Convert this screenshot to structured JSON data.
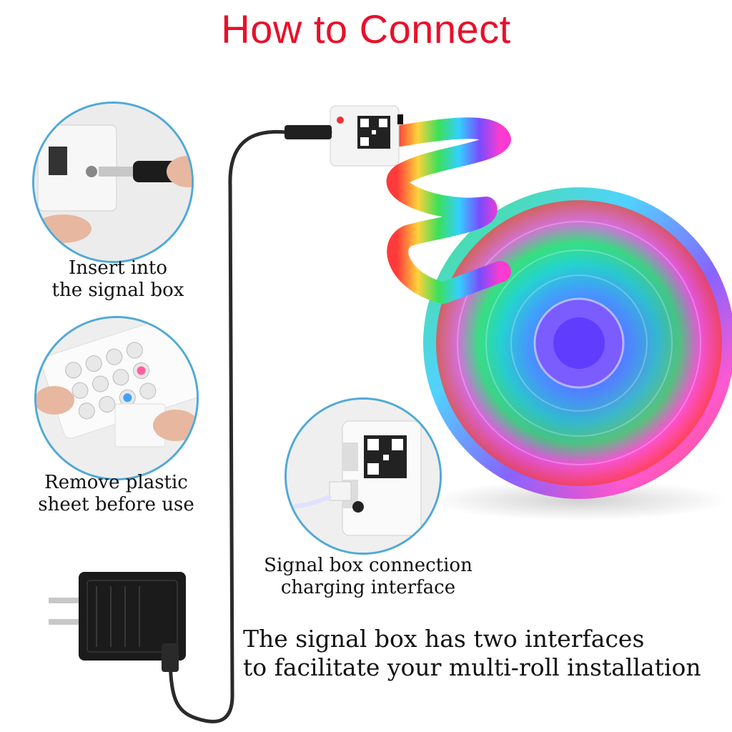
{
  "title": "How to Connect",
  "steps": [
    {
      "line1": "Insert into",
      "line2": "the signal box"
    },
    {
      "line1": "Remove plastic",
      "line2": "sheet before use"
    },
    {
      "line1": "Signal box connection",
      "line2": "charging interface"
    }
  ],
  "footer": {
    "line1": "The signal box has two interfaces",
    "line2": "to facilitate your multi-roll installation"
  },
  "colors": {
    "title": "#e8102a",
    "circle_border": "#4fa9d6",
    "cable": "#2a2a2a",
    "adapter": "#1b1b1b"
  },
  "icons": [
    "dc-plug",
    "signal-box",
    "remote-control",
    "power-adapter",
    "led-strip-roll"
  ]
}
